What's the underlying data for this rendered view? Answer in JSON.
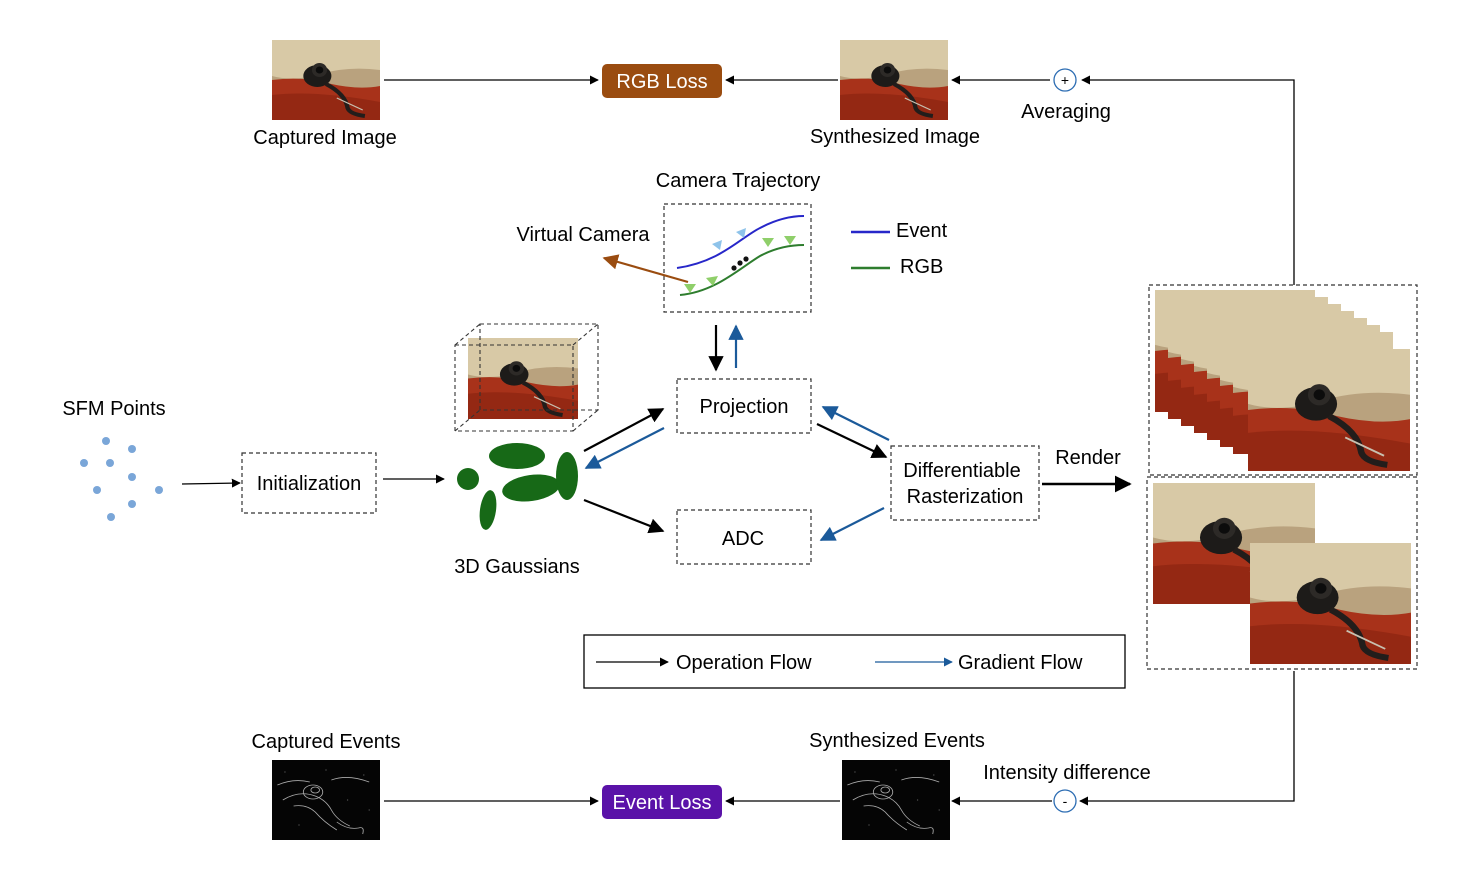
{
  "labels": {
    "captured_image": "Captured Image",
    "synthesized_image": "Synthesized Image",
    "averaging": "Averaging",
    "camera_trajectory": "Camera Trajectory",
    "virtual_camera": "Virtual Camera",
    "sfm_points": "SFM Points",
    "initialization": "Initialization",
    "gaussians_3d": "3D Gaussians",
    "projection": "Projection",
    "adc": "ADC",
    "diff_rast_line1": "Differentiable",
    "diff_rast_line2": "Rasterization",
    "render": "Render",
    "captured_events": "Captured Events",
    "synthesized_events": "Synthesized Events",
    "intensity_difference": "Intensity difference"
  },
  "symbols": {
    "plus": "+",
    "minus": "-"
  },
  "losses": {
    "rgb_loss": "RGB Loss",
    "event_loss": "Event Loss",
    "rgb_loss_color": "#9a4c10",
    "event_loss_color": "#5a12a8"
  },
  "trajectory_legend": {
    "event": "Event",
    "rgb": "RGB",
    "event_color": "#2727c9",
    "rgb_color": "#2e7d2e"
  },
  "flow_legend": {
    "operation": "Operation Flow",
    "gradient": "Gradient Flow",
    "operation_color": "#000000",
    "gradient_color": "#1b5a9a"
  },
  "colors": {
    "gaussian": "#176917",
    "sfm_point": "#7aa6d8",
    "virtual_camera_arrow": "#9a4c10",
    "camera_marker_event": "#8ec3ea",
    "camera_marker_rgb": "#8fcf6a"
  }
}
